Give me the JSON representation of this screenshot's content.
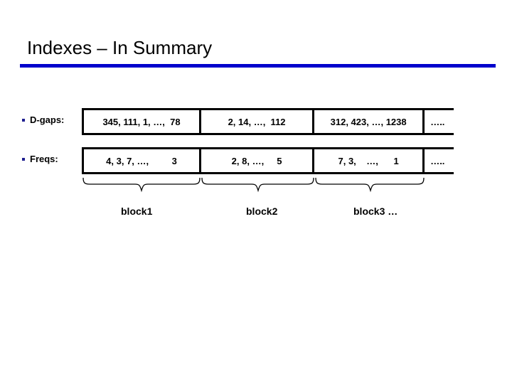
{
  "slide": {
    "title": "Indexes – In Summary",
    "rule_color": "#0000CC",
    "bullet_color": "#1F1F8F",
    "background": "#ffffff"
  },
  "rows": [
    {
      "label": "D-gaps:",
      "cells": [
        "345, 111, 1, …,  78",
        "2, 14, …,  112",
        "312, 423, …, 1238",
        "….."
      ]
    },
    {
      "label": "Freqs:",
      "cells": [
        "4, 3, 7, …,         3",
        "2, 8, …,     5",
        "7, 3,    …,      1",
        "….."
      ]
    }
  ],
  "blocks": [
    {
      "label": "block1"
    },
    {
      "label": "block2"
    },
    {
      "label": "block3 …"
    }
  ]
}
